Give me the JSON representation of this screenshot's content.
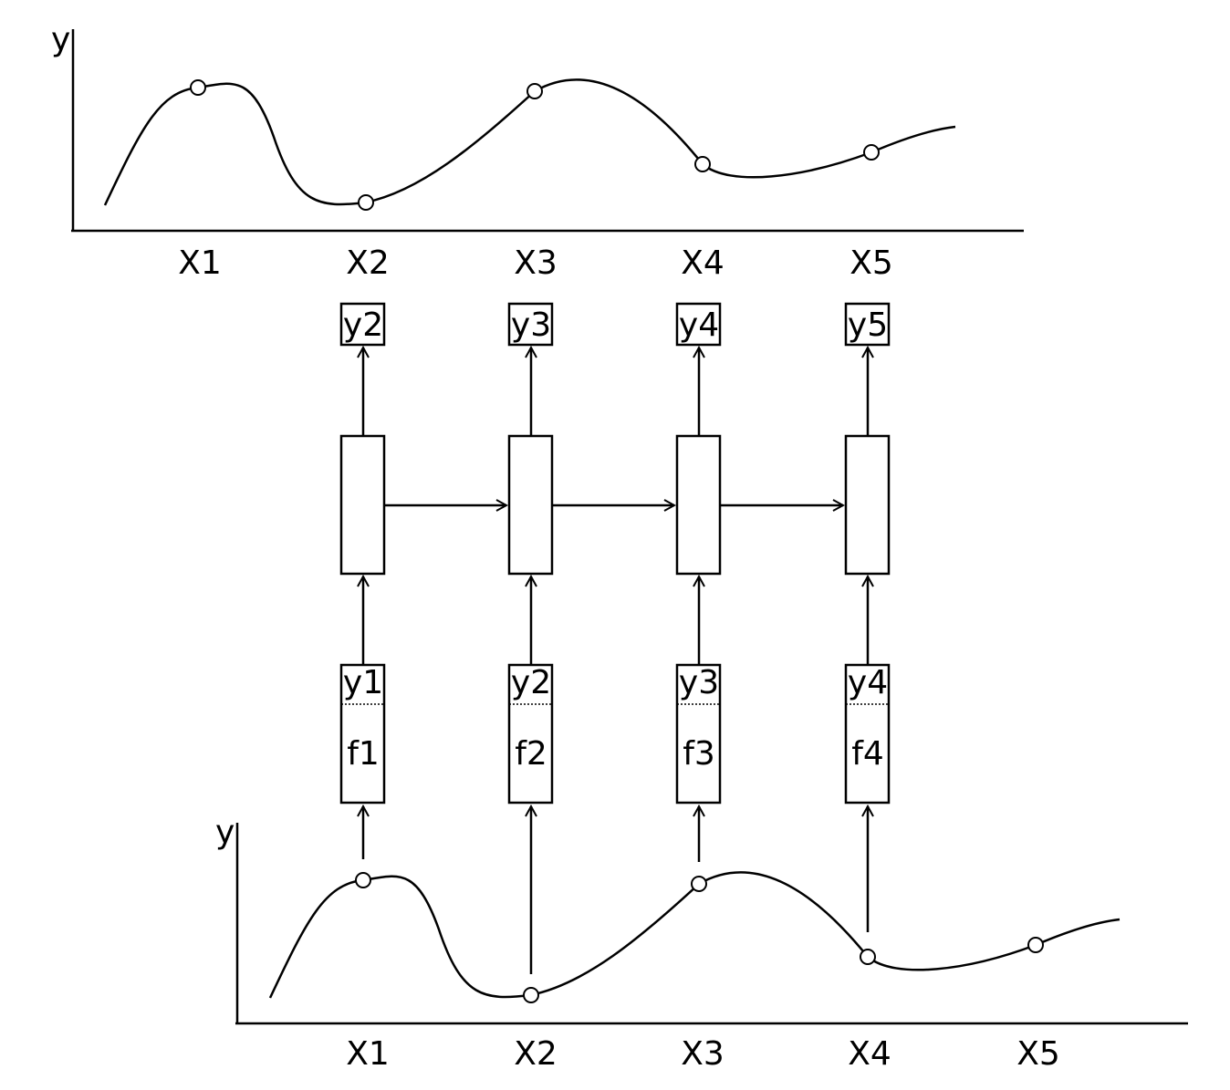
{
  "top_plot": {
    "y_label": "y",
    "x_ticks": [
      "X1",
      "X2",
      "X3",
      "X4",
      "X5"
    ]
  },
  "outputs": [
    "y2",
    "y3",
    "y4",
    "y5"
  ],
  "inputs": [
    {
      "prev": "y1",
      "feat": "f1"
    },
    {
      "prev": "y2",
      "feat": "f2"
    },
    {
      "prev": "y3",
      "feat": "f3"
    },
    {
      "prev": "y4",
      "feat": "f4"
    }
  ],
  "bottom_plot": {
    "y_label": "y",
    "x_ticks": [
      "X1",
      "X2",
      "X3",
      "X4",
      "X5"
    ]
  },
  "colors": {
    "stroke": "#000000",
    "background": "#ffffff"
  }
}
